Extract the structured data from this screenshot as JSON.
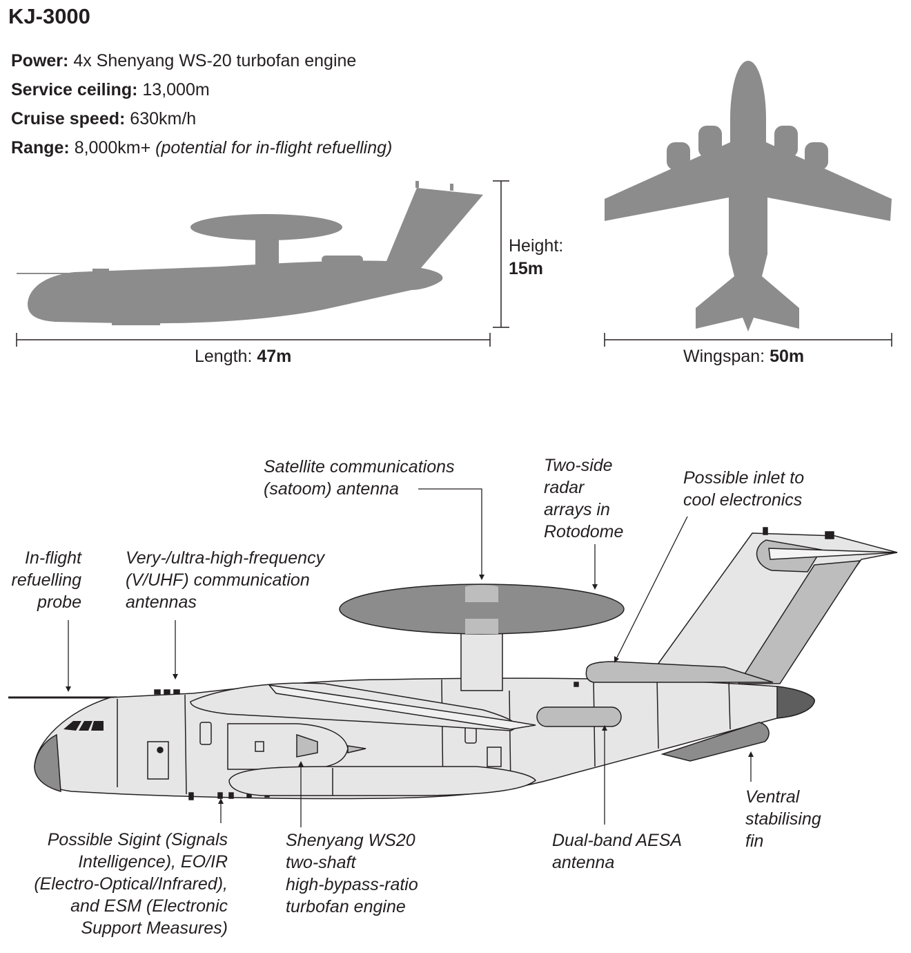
{
  "title": "KJ-3000",
  "specs": [
    {
      "label": "Power:",
      "value": "4x Shenyang WS-20 turbofan engine",
      "note": ""
    },
    {
      "label": "Service ceiling:",
      "value": "13,000m",
      "note": ""
    },
    {
      "label": "Cruise speed:",
      "value": "630km/h",
      "note": ""
    },
    {
      "label": "Range:",
      "value": "8,000km+",
      "note": "(potential for in-flight refuelling)"
    }
  ],
  "dimensions": {
    "height_label": "Height:",
    "height_value": "15m",
    "length_label": "Length:",
    "length_value": "47m",
    "wingspan_label": "Wingspan:",
    "wingspan_value": "50m"
  },
  "colors": {
    "silhouette": "#8c8c8c",
    "airframe": "#e6e6e6",
    "outline": "#231f20",
    "dark": "#5e5e5e"
  },
  "callouts": {
    "refuelling_probe": "In-flight\nrefuelling\nprobe",
    "vuhf_antennas": "Very-/ultra-high-frequency\n(V/UHF) communication\nantennas",
    "satcom_antenna": "Satellite communications\n(satoom) antenna",
    "radar_arrays": "Two-side\nradar\narrays in\nRotodome",
    "cooling_inlet": "Possible inlet to\ncool electronics",
    "sigint": "Possible Sigint (Signals\nIntelligence), EO/IR\n(Electro-Optical/Infrared),\nand ESM (Electronic\nSupport Measures)",
    "engine": "Shenyang WS20\ntwo-shaft\nhigh-bypass-ratio\nturbofan engine",
    "aesa_antenna": "Dual-band AESA\nantenna",
    "ventral_fin": "Ventral\nstabilising\nfin"
  }
}
